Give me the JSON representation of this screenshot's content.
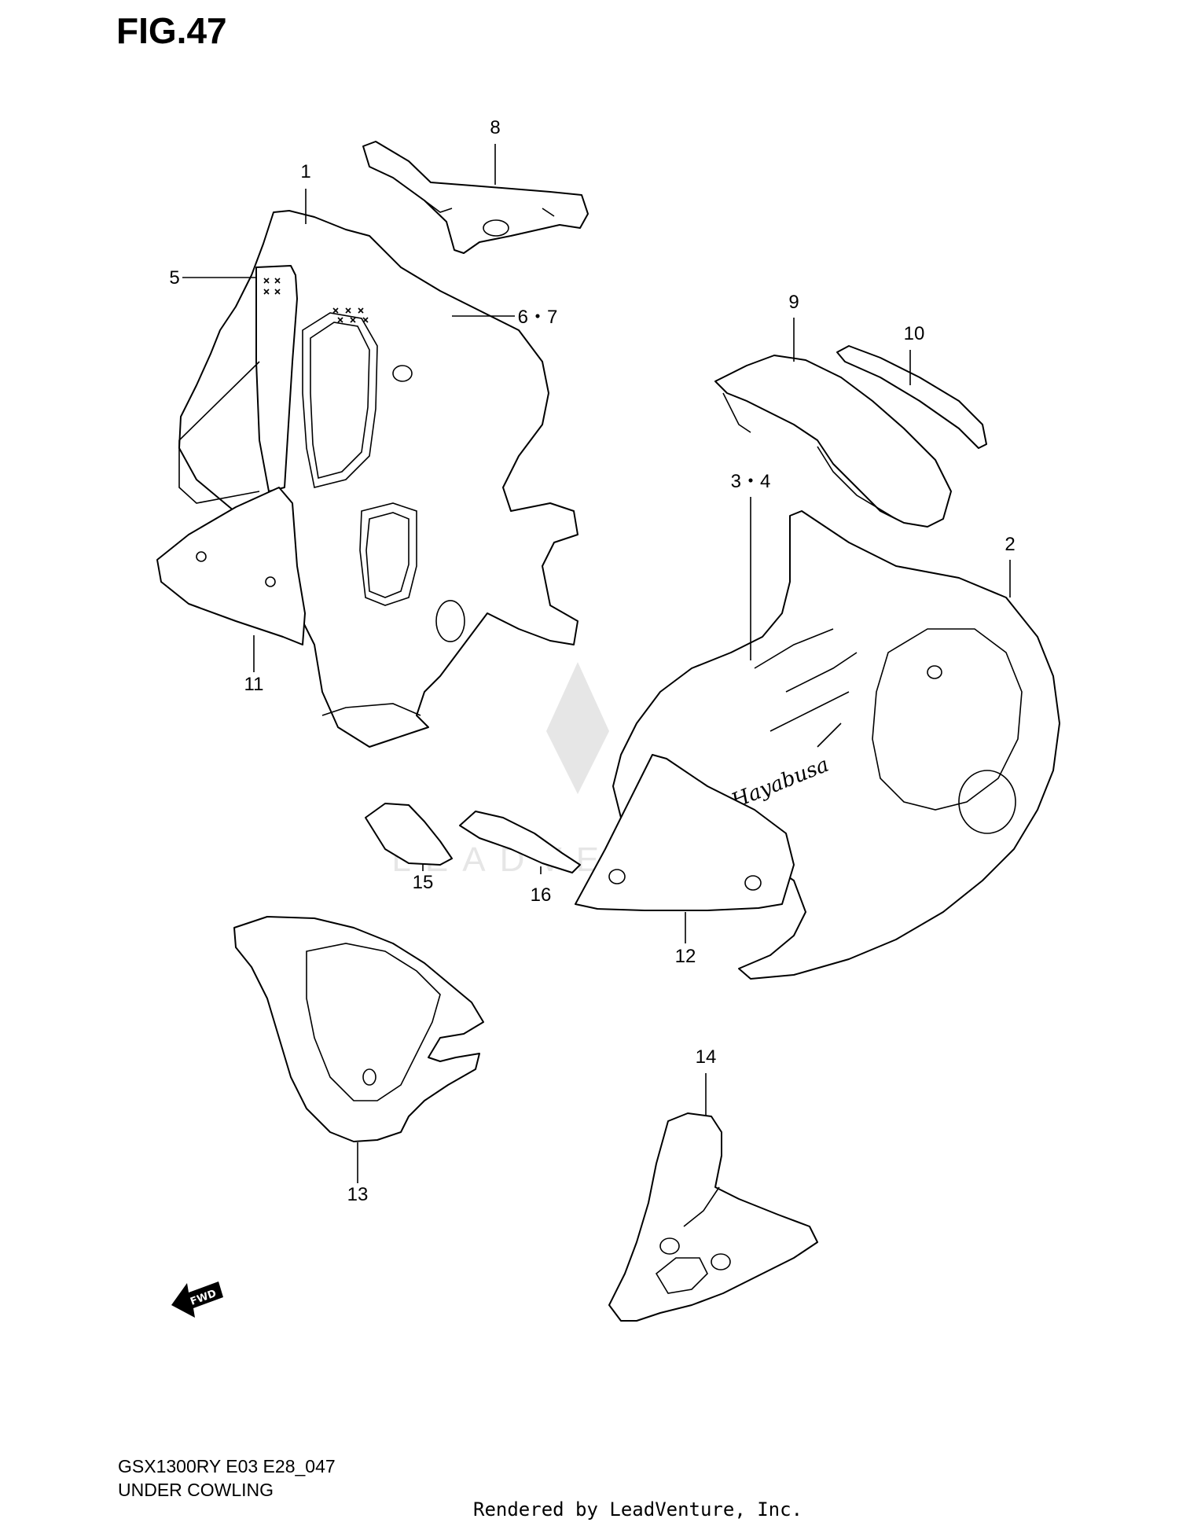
{
  "figure": {
    "title": "FIG.47"
  },
  "footer": {
    "model_code": "GSX1300RY  E03  E28_047",
    "section_name": "UNDER COWLING",
    "rendered_by": "Rendered by LeadVenture, Inc."
  },
  "watermark": {
    "text": "LEADVENTURE"
  },
  "callouts": [
    {
      "id": "1",
      "label": "1"
    },
    {
      "id": "2",
      "label": "2"
    },
    {
      "id": "3-4",
      "label": "3・4"
    },
    {
      "id": "5",
      "label": "5"
    },
    {
      "id": "6-7",
      "label": "6・7"
    },
    {
      "id": "8",
      "label": "8"
    },
    {
      "id": "9",
      "label": "9"
    },
    {
      "id": "10",
      "label": "10"
    },
    {
      "id": "11",
      "label": "11"
    },
    {
      "id": "12",
      "label": "12"
    },
    {
      "id": "13",
      "label": "13"
    },
    {
      "id": "14",
      "label": "14"
    },
    {
      "id": "15",
      "label": "15"
    },
    {
      "id": "16",
      "label": "16"
    }
  ],
  "decals": {
    "hayabusa_script": "Hayabusa",
    "fwd_arrow": "FWD"
  }
}
